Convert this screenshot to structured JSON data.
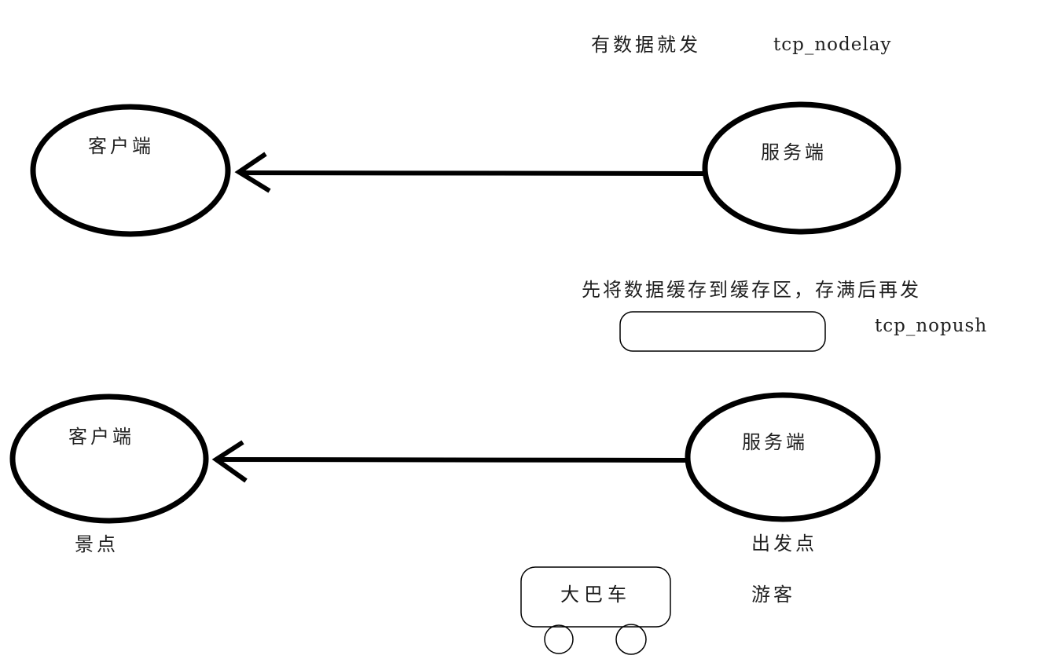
{
  "canvas": {
    "background": "#ffffff",
    "ink_color": "#000000",
    "text_color": "#1f1f1f"
  },
  "top_diagram": {
    "note": "有数据就发",
    "option": "tcp_nodelay",
    "client_label": "客户端",
    "server_label": "服务端"
  },
  "middle": {
    "note": "先将数据缓存到缓存区，存满后再发",
    "option": "tcp_nopush"
  },
  "bottom_diagram": {
    "client_label": "客户端",
    "server_label": "服务端",
    "client_caption": "景点",
    "server_caption": "出发点",
    "bus_label": "大巴车",
    "passenger_label": "游客"
  }
}
